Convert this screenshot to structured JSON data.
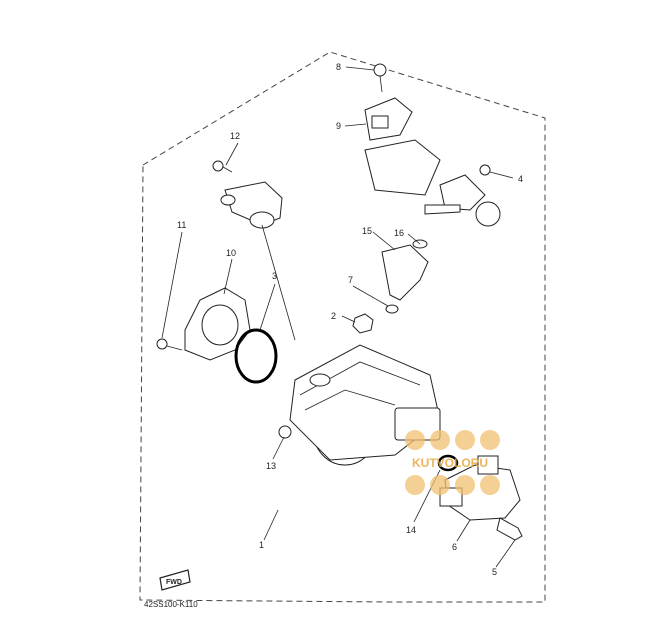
{
  "diagram": {
    "code": "42SS100-K110",
    "fwd_label": "FWD",
    "callouts": [
      "1",
      "2",
      "3",
      "4",
      "5",
      "6",
      "7",
      "8",
      "9",
      "10",
      "11",
      "12",
      "13",
      "14",
      "15",
      "16"
    ],
    "watermark": "KUTVOLORU"
  }
}
